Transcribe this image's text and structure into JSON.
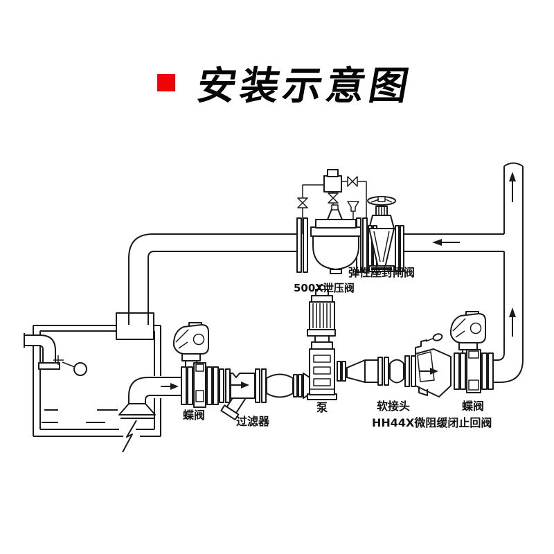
{
  "header": {
    "title": "安装示意图",
    "bullet_color": "#ee0404"
  },
  "diagram": {
    "line_color": "#1a1a1a",
    "labels": {
      "gate_valve": "弹性座封闸阀",
      "relief_valve": "500X泄压阀",
      "butterfly_valve_left": "蝶阀",
      "strainer": "过滤器",
      "pump": "泵",
      "flexible_joint": "软接头",
      "butterfly_valve_right": "蝶阀",
      "check_valve": "HH44X微阻缓闭止回阀"
    }
  }
}
